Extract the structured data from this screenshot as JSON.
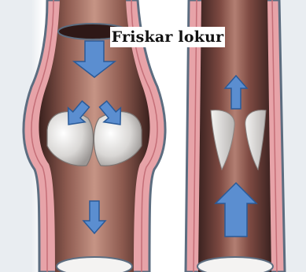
{
  "figure": {
    "title": "Friskar lokur",
    "colors": {
      "vessel_outer": "#e7a3a8",
      "vessel_edge": "#5c6d80",
      "lumen_dark": "#4b2b28",
      "lumen_mid": "#a56e63",
      "valve_leaflet": "#e6e4e2",
      "arrow_fill": "#5b8ed0",
      "arrow_stroke": "#2a5a98"
    },
    "panels": [
      {
        "id": "left-vein",
        "arrows": [
          "down",
          "down-left",
          "down-right",
          "down"
        ]
      },
      {
        "id": "right-vein",
        "arrows": [
          "up",
          "up"
        ]
      }
    ]
  }
}
